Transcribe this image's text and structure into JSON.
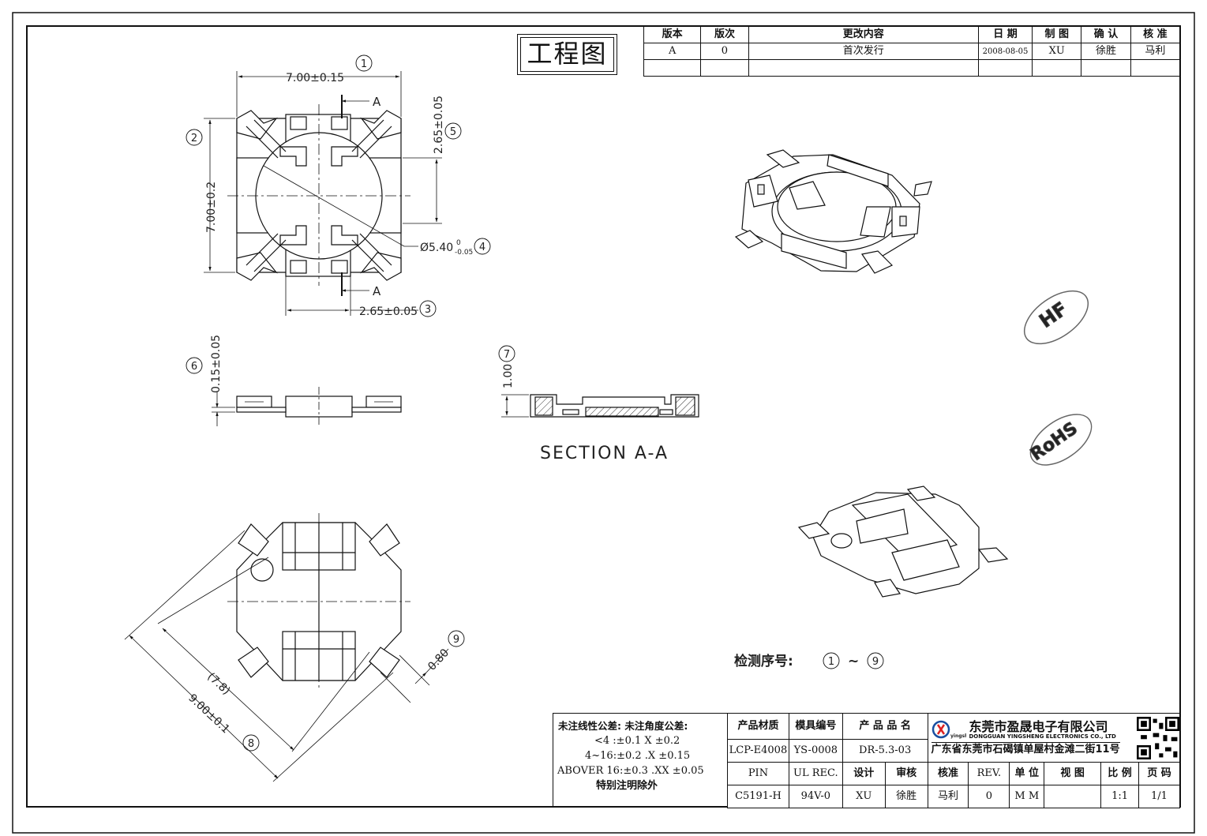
{
  "drawing_title": "工程图",
  "revision": {
    "headers": [
      "版本",
      "版次",
      "更改内容",
      "日 期",
      "制 图",
      "确 认",
      "核 准"
    ],
    "rows": [
      [
        "A",
        "0",
        "首次发行",
        "2008-08-05",
        "XU",
        "徐胜",
        "马利"
      ]
    ]
  },
  "dimensions": {
    "top_width": "7.00±0.15",
    "side_height": "7.00±0.2",
    "tab_offset_v": "2.65±0.05",
    "tab_offset_h": "2.65±0.05",
    "diameter_main": "Ø5.40",
    "diameter_tol_upper": "0",
    "diameter_tol_lower": "-0.05",
    "side_thickness": "0.15±0.05",
    "section_height": "1.00",
    "diag_ref": "(7.8)",
    "diag_overall": "9.00±0.1",
    "diag_lead": "0.80",
    "section_marker": "A"
  },
  "balloons": [
    "1",
    "2",
    "3",
    "4",
    "5",
    "6",
    "7",
    "8",
    "9"
  ],
  "section_label": "SECTION A-A",
  "stamps": {
    "hf": "HF",
    "rohs": "RoHS"
  },
  "inspection": {
    "label": "检测序号:",
    "from": "1",
    "sep": "~",
    "to": "9"
  },
  "tolerance_notes": [
    "未注线性公差:  未注角度公差:",
    "<4 :±0.1  X ±0.2",
    "4~16:±0.2 .X ±0.15",
    "ABOVER 16:±0.3 .XX ±0.05",
    "特别注明除外"
  ],
  "info": {
    "material_h": "产品材质",
    "mold_h": "模具编号",
    "product_h": "产 品 品 名",
    "material": "LCP-E4008",
    "mold": "YS-0008",
    "product": "DR-5.3-03",
    "pin_h": "PIN",
    "ul_h": "UL REC.",
    "design_h": "设计",
    "review_h": "审核",
    "approve_h": "核准",
    "rev_h": "REV.",
    "unit_h": "单 位",
    "view_h": "视 图",
    "scale_h": "比 例",
    "page_h": "页 码",
    "pin": "C5191-H",
    "ul": "94V-0",
    "design": "XU",
    "review": "徐胜",
    "approve": "马利",
    "rev": "0",
    "unit": "M M",
    "scale": "1:1",
    "page": "1/1"
  },
  "company": {
    "name_cn": "东莞市盈晟电子有限公司",
    "name_en": "DONGGUAN YINGSHENG ELECTRONICS CO., LTD",
    "address": "广东省东莞市石碣镇单屋村金滩二街11号",
    "logo_text": "yingsheng"
  }
}
